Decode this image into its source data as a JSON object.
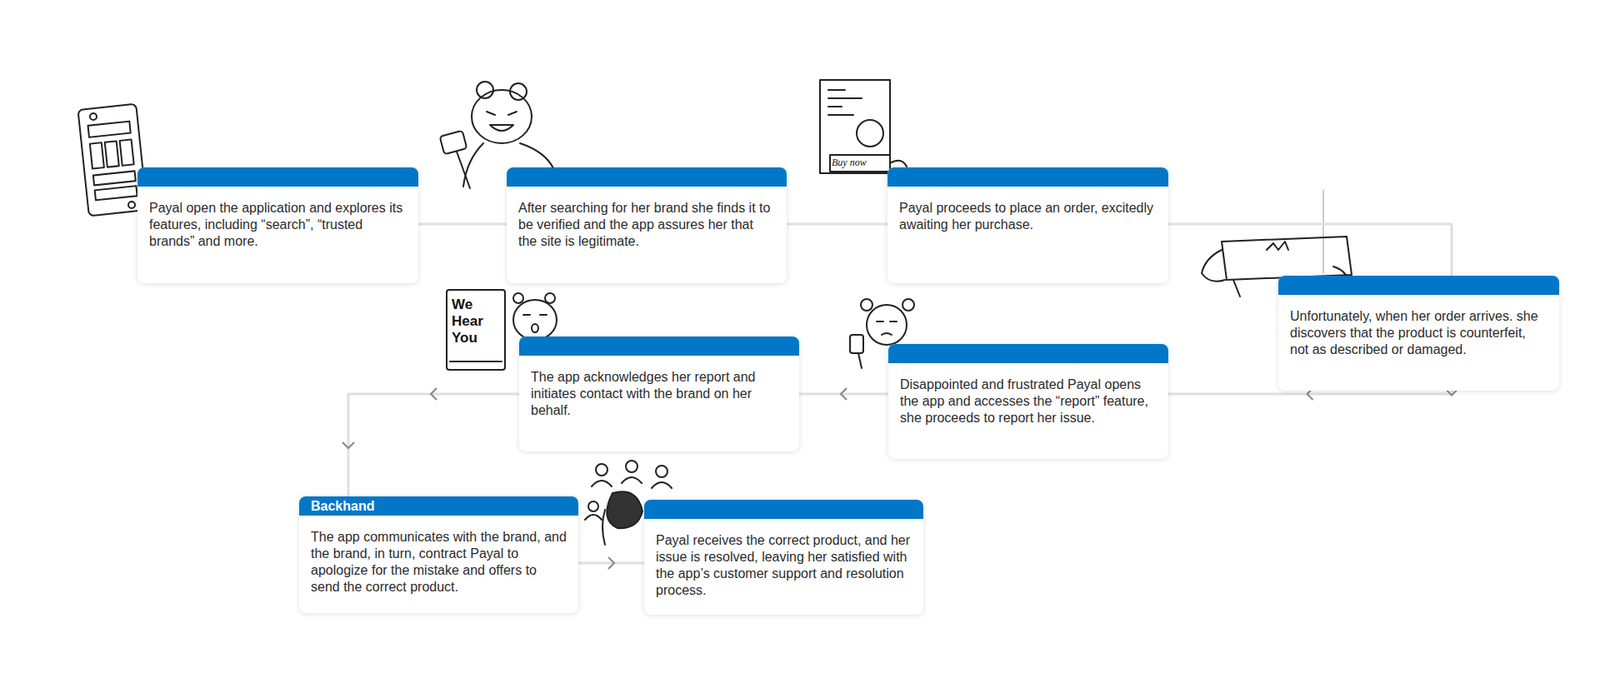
{
  "diagram": {
    "nodes": [
      {
        "text": [
          "Payal open the application and explores its features, including “search”, “trusted brands” and more."
        ]
      },
      {
        "text": [
          "After searching for her brand she finds it to be verified and the app assures her that the site is legitimate."
        ]
      },
      {
        "text": [
          "Payal proceeds to place an order, excitedly awaiting her purchase."
        ]
      },
      {
        "text": [
          "Unfortunately, when her order arrives. she discovers that the product is counterfeit, not as described or damaged."
        ]
      },
      {
        "text": [
          "Disappointed and frustrated Payal opens the app and accesses the “report” feature, she proceeds to report her issue."
        ]
      },
      {
        "text": [
          "The app acknowledges her report and initiates contact with the brand on her behalf."
        ]
      },
      {
        "text": [
          "Backhand",
          "The app communicates with the brand, and the brand, in turn, contract Payal to apologize for the mistake and offers to send the correct product."
        ]
      },
      {
        "text": [
          "Payal receives the correct product, and her issue is resolved, leaving her satisfied with the app’s customer support and resolution process."
        ]
      }
    ],
    "edges": [
      {
        "from": 0,
        "to": 1,
        "arrow": "none"
      },
      {
        "from": 1,
        "to": 2,
        "arrow": "none"
      },
      {
        "from": 2,
        "to": 3,
        "arrow": "none"
      },
      {
        "from": 3,
        "to": 4,
        "arrow": "to"
      },
      {
        "from": 4,
        "to": 5,
        "arrow": "to"
      },
      {
        "from": 5,
        "to": 6,
        "arrow": "to"
      },
      {
        "from": 6,
        "to": 7,
        "arrow": "to"
      }
    ],
    "labels": [
      "Buy now",
      "We Hear You"
    ]
  }
}
